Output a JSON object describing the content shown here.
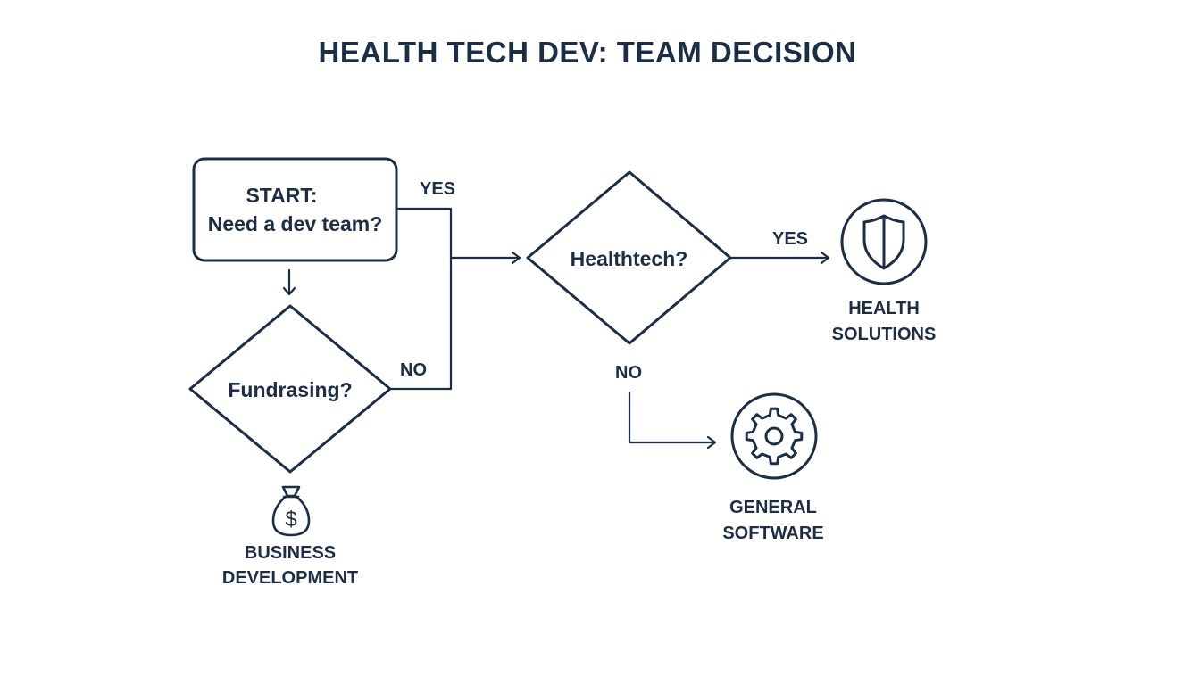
{
  "title": "HEALTH TECH DEV: TEAM DECISION",
  "nodes": {
    "start": {
      "line1": "START:",
      "line2": "Need a dev team?"
    },
    "fundraising": {
      "label": "Fundrasing?"
    },
    "healthtech": {
      "label": "Healthtech?"
    }
  },
  "edges": {
    "start_yes": "YES",
    "fundraising_no": "NO",
    "healthtech_yes": "YES",
    "healthtech_no": "NO"
  },
  "outcomes": {
    "health": {
      "line1": "HEALTH",
      "line2": "SOLUTIONS",
      "icon": "shield-icon"
    },
    "general": {
      "line1": "GENERAL",
      "line2": "SOFTWARE",
      "icon": "gear-icon"
    },
    "business": {
      "line1": "BUSINESS",
      "line2": "DEVELOPMENT",
      "icon": "money-bag-icon"
    }
  },
  "colors": {
    "stroke": "#1c2e45",
    "background": "#ffffff"
  }
}
